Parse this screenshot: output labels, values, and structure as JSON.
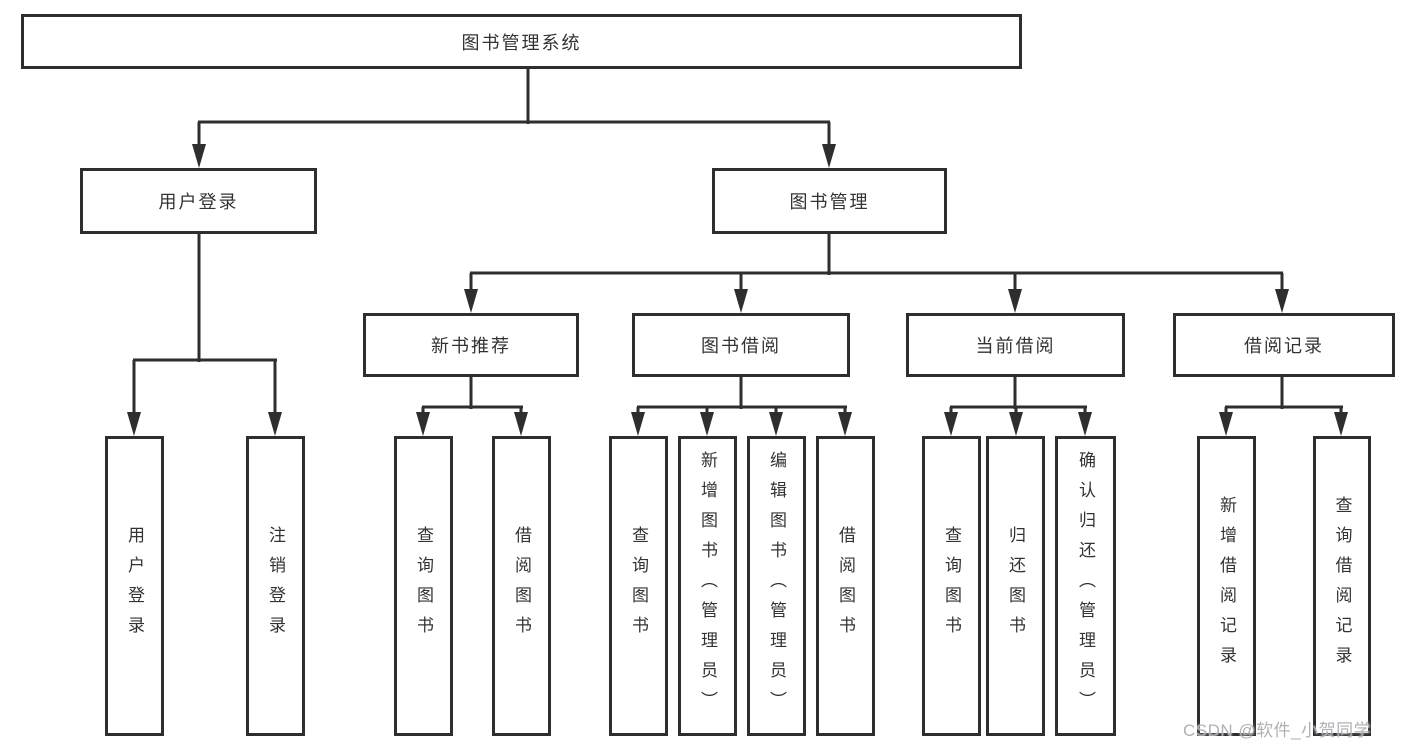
{
  "tree": {
    "root": "图书管理系统",
    "level2": [
      "用户登录",
      "图书管理"
    ],
    "level3": [
      "新书推荐",
      "图书借阅",
      "当前借阅",
      "借阅记录"
    ],
    "leaves": {
      "user_login": [
        "用户登录",
        "注销登录"
      ],
      "new_book_rec": [
        "查询图书",
        "借阅图书"
      ],
      "book_borrow": [
        "查询图书",
        "新增图书（管理员）",
        "编辑图书（管理员）",
        "借阅图书"
      ],
      "current_borrow": [
        "查询图书",
        "归还图书",
        "确认归还（管理员）"
      ],
      "borrow_record": [
        "新增借阅记录",
        "查询借阅记录"
      ]
    }
  },
  "watermark": {
    "text": "CSDN @软件_小贺同学"
  },
  "colors": {
    "line": "#2e2e2e",
    "text": "#333333",
    "watermark": "#acacb2",
    "background": "#ffffff"
  }
}
